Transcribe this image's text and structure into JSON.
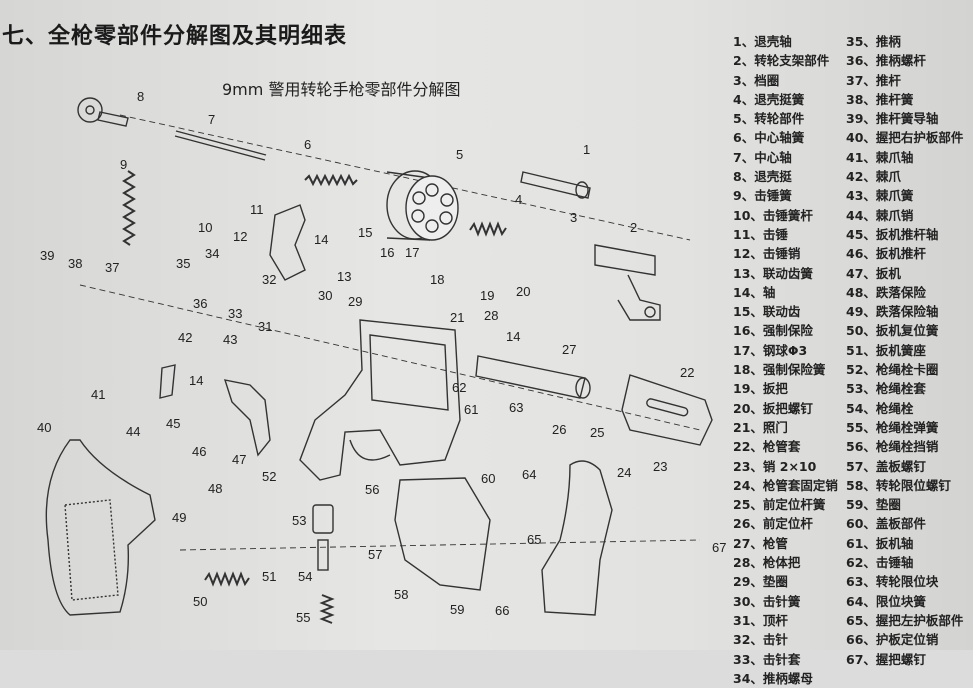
{
  "title": "七、全枪零部件分解图及其明细表",
  "subtitle": "9mm 警用转轮手枪零部件分解图",
  "callouts": [
    "1",
    "2",
    "3",
    "4",
    "5",
    "6",
    "7",
    "8",
    "9",
    "10",
    "11",
    "12",
    "13",
    "14",
    "15",
    "16",
    "17",
    "18",
    "19",
    "20",
    "21",
    "22",
    "23",
    "24",
    "25",
    "26",
    "27",
    "28",
    "29",
    "30",
    "31",
    "32",
    "33",
    "34",
    "35",
    "36",
    "37",
    "38",
    "39",
    "40",
    "41",
    "42",
    "43",
    "44",
    "45",
    "46",
    "47",
    "48",
    "49",
    "50",
    "51",
    "52",
    "53",
    "54",
    "55",
    "56",
    "57",
    "58",
    "59",
    "60",
    "61",
    "62",
    "63",
    "64",
    "65",
    "66",
    "67",
    "14",
    "14"
  ],
  "parts_list": {
    "column1": [
      "1、退壳轴",
      "2、转轮支架部件",
      "3、档圈",
      "4、退壳挺簧",
      "5、转轮部件",
      "6、中心轴簧",
      "7、中心轴",
      "8、退壳挺",
      "9、击锤簧",
      "10、击锤簧杆",
      "11、击锤",
      "12、击锤销",
      "13、联动齿簧",
      "14、轴",
      "15、联动齿",
      "16、强制保险",
      "17、钢球Φ3",
      "18、强制保险簧",
      "19、扳把",
      "20、扳把螺钉",
      "21、照门",
      "22、枪管套",
      "23、销 2×10",
      "24、枪管套固定销",
      "25、前定位杆簧",
      "26、前定位杆",
      "27、枪管",
      "28、枪体把",
      "29、垫圈",
      "30、击针簧",
      "31、顶杆",
      "32、击针",
      "33、击针套",
      "34、推柄螺母"
    ],
    "column2": [
      "35、推柄",
      "36、推柄螺杆",
      "37、推杆",
      "38、推杆簧",
      "39、推杆簧导轴",
      "40、握把右护板部件",
      "41、棘爪轴",
      "42、棘爪",
      "43、棘爪簧",
      "44、棘爪销",
      "45、扳机推杆轴",
      "46、扳机推杆",
      "47、扳机",
      "48、跌落保险",
      "49、跌落保险轴",
      "50、扳机复位簧",
      "51、扳机簧座",
      "52、枪绳栓卡圈",
      "53、枪绳栓套",
      "54、枪绳栓",
      "55、枪绳栓弹簧",
      "56、枪绳栓挡销",
      "57、盖板螺钉",
      "58、转轮限位螺钉",
      "59、垫圈",
      "60、盖板部件",
      "61、扳机轴",
      "62、击锤轴",
      "63、转轮限位块",
      "64、限位块簧",
      "65、握把左护板部件",
      "66、护板定位销",
      "67、握把螺钉"
    ]
  }
}
